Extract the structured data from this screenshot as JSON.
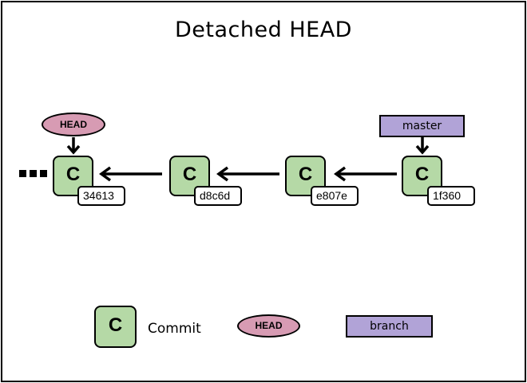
{
  "title": "Detached HEAD",
  "history_ellipsis": "•••",
  "commits": [
    {
      "label": "C",
      "hash": "34613"
    },
    {
      "label": "C",
      "hash": "d8c6d"
    },
    {
      "label": "C",
      "hash": "e807e"
    },
    {
      "label": "C",
      "hash": "1f360"
    }
  ],
  "refs": {
    "head": {
      "label": "HEAD",
      "points_to": "34613"
    },
    "branch": {
      "label": "master",
      "points_to": "1f360"
    }
  },
  "legend": {
    "commit_symbol": "C",
    "commit_label": "Commit",
    "head_label": "HEAD",
    "branch_label": "branch"
  },
  "colors": {
    "commit_fill": "#b5d9a6",
    "head_fill": "#d79bb3",
    "branch_fill": "#b1a3d7"
  }
}
